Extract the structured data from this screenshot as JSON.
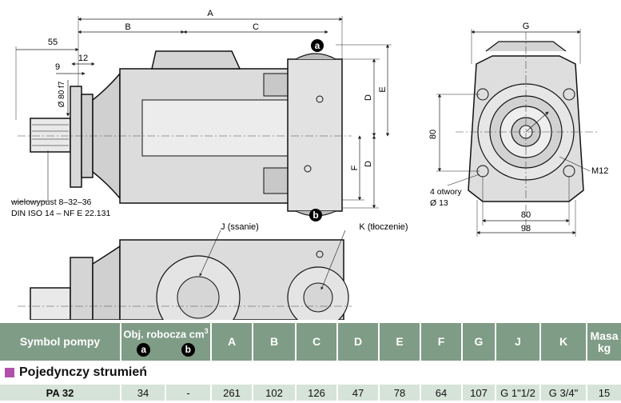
{
  "drawing": {
    "dims": {
      "A": "A",
      "B": "B",
      "C": "C",
      "D1": "D",
      "D2": "D",
      "E": "E",
      "F": "F",
      "G": "G",
      "d55": "55",
      "d12": "12",
      "d9": "9",
      "d80f7": "Ø 80 f7",
      "d80v": "80",
      "d80h": "80",
      "d98": "98",
      "m12": "M12",
      "holes1": "4 otwory",
      "holes2": "Ø 13"
    },
    "spline1": "wielowypust 8–32–36",
    "spline2": "DIN ISO 14 – NF E 22.131",
    "port_a": "a",
    "port_b": "b",
    "J_label": "J (ssanie)",
    "K_label": "K (tłoczenie)"
  },
  "table": {
    "col_symbol": "Symbol pompy",
    "col_obj": "Obj. robocza cm",
    "col_obj_sup": "3",
    "col_obj_a": "a",
    "col_obj_b": "b",
    "cols": [
      "A",
      "B",
      "C",
      "D",
      "E",
      "F",
      "G",
      "J",
      "K"
    ],
    "col_masa1": "Masa",
    "col_masa2": "kg",
    "section": "Pojedynczy strumień",
    "row": {
      "symbol": "PA 32",
      "a": "34",
      "b": "-",
      "values": [
        "261",
        "102",
        "126",
        "47",
        "78",
        "64",
        "107",
        "G 1\"1/2",
        "G 3/4\""
      ],
      "masa": "15"
    }
  }
}
